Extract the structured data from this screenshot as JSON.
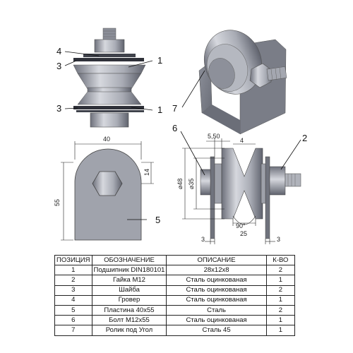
{
  "callouts": {
    "top_left": [
      "4",
      "3",
      "1",
      "3",
      "1"
    ],
    "top_right": [
      "7"
    ],
    "bottom_right": [
      "6",
      "2"
    ],
    "plate": [
      "5"
    ]
  },
  "dimensions": {
    "plate_width": "40",
    "plate_height": "55",
    "hole_offset": "14",
    "gap": "5,50",
    "washer": "4",
    "diameter_outer": "⌀48",
    "diameter_inner": "⌀35",
    "angle": "90°",
    "groove_width": "25",
    "thickness_left": "3",
    "thickness_right": "3"
  },
  "table": {
    "headers": [
      "ПОЗИЦИЯ",
      "ОБОЗНАЧЕНИЕ",
      "ОПИСАНИЕ",
      "К-ВО"
    ],
    "rows": [
      [
        "1",
        "Подшипник DIN180101",
        "28х12х8",
        "2"
      ],
      [
        "2",
        "Гайка М12",
        "Сталь оцинкованая",
        "1"
      ],
      [
        "3",
        "Шайба",
        "Сталь оцинкованая",
        "2"
      ],
      [
        "4",
        "Гровер",
        "Сталь оцинкованая",
        "1"
      ],
      [
        "5",
        "Пластина 40х55",
        "Сталь",
        "2"
      ],
      [
        "6",
        "Болт М12х55",
        "Сталь оцинкованая",
        "1"
      ],
      [
        "7",
        "Ролик под Угол",
        "Сталь 45",
        "1"
      ]
    ]
  },
  "colors": {
    "steel_light": "#c9cbd2",
    "steel_mid": "#8e919c",
    "steel_dark": "#5c5f6a"
  }
}
